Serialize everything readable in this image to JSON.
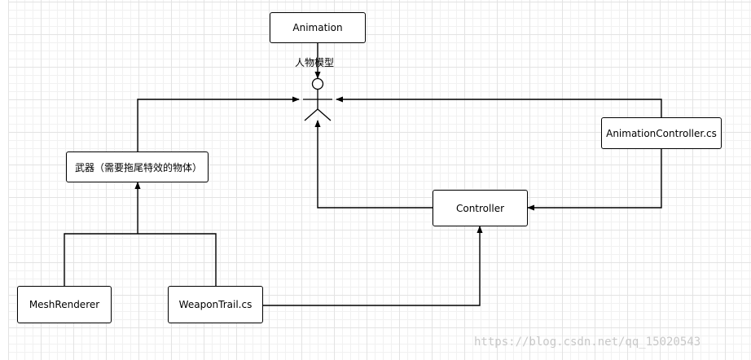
{
  "diagram": {
    "nodes": {
      "animation": "Animation",
      "weapon": "武器（需要拖尾特效的物体）",
      "animation_controller": "AnimationController.cs",
      "controller": "Controller",
      "mesh_renderer": "MeshRenderer",
      "weapon_trail": "WeaponTrail.cs"
    },
    "actor": {
      "label": "人物模型"
    }
  },
  "watermark": {
    "text": "https://blog.csdn.net/qq_15020543"
  }
}
